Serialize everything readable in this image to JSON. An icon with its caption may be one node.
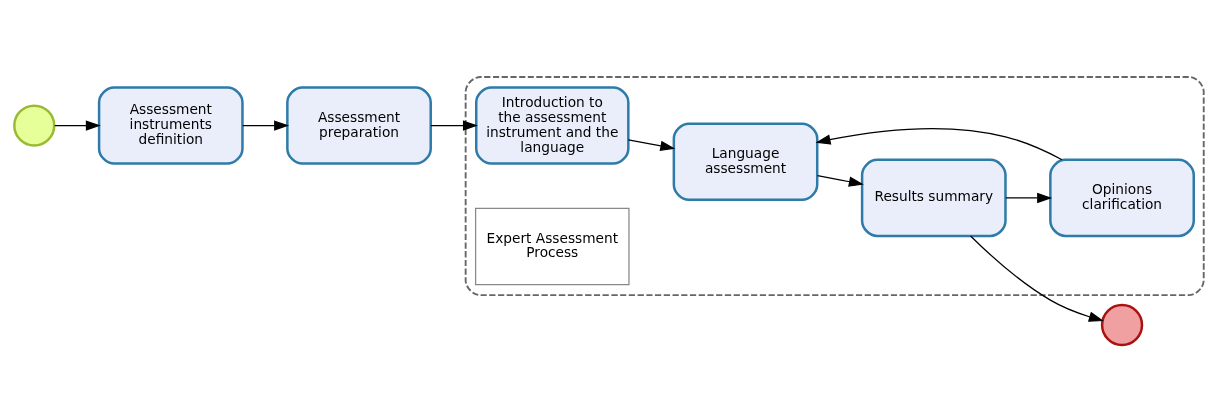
{
  "diagram": {
    "nodes": [
      {
        "text": [],
        "shape": "circle"
      },
      {
        "text": [
          "Assessment instruments definition"
        ]
      },
      {
        "text": [
          "Assessment preparation"
        ]
      },
      {
        "text": [],
        "shape": "box"
      },
      {
        "text": [
          "Introduction to the assessment instrument and the language"
        ],
        "in": 3
      },
      {
        "text": [
          "Language assessment"
        ],
        "in": 3
      },
      {
        "text": [
          "Results summary"
        ],
        "in": 3
      },
      {
        "text": [
          "Opinions clarification"
        ],
        "in": 3
      },
      {
        "text": [
          "Expert Assessment Process"
        ],
        "in": 3
      },
      {
        "text": [],
        "shape": "circle"
      }
    ],
    "edges": [
      {
        "from": 0,
        "to": 1,
        "arrow": "to"
      },
      {
        "from": 1,
        "to": 2,
        "arrow": "to"
      },
      {
        "from": 2,
        "to": 4,
        "arrow": "to"
      },
      {
        "from": 4,
        "to": 5,
        "arrow": "to"
      },
      {
        "from": 5,
        "to": 6,
        "arrow": "to"
      },
      {
        "from": 6,
        "to": 9,
        "arrow": "to"
      },
      {
        "from": 6,
        "to": 7,
        "arrow": "to"
      },
      {
        "from": 7,
        "to": 5,
        "arrow": "to"
      }
    ]
  }
}
